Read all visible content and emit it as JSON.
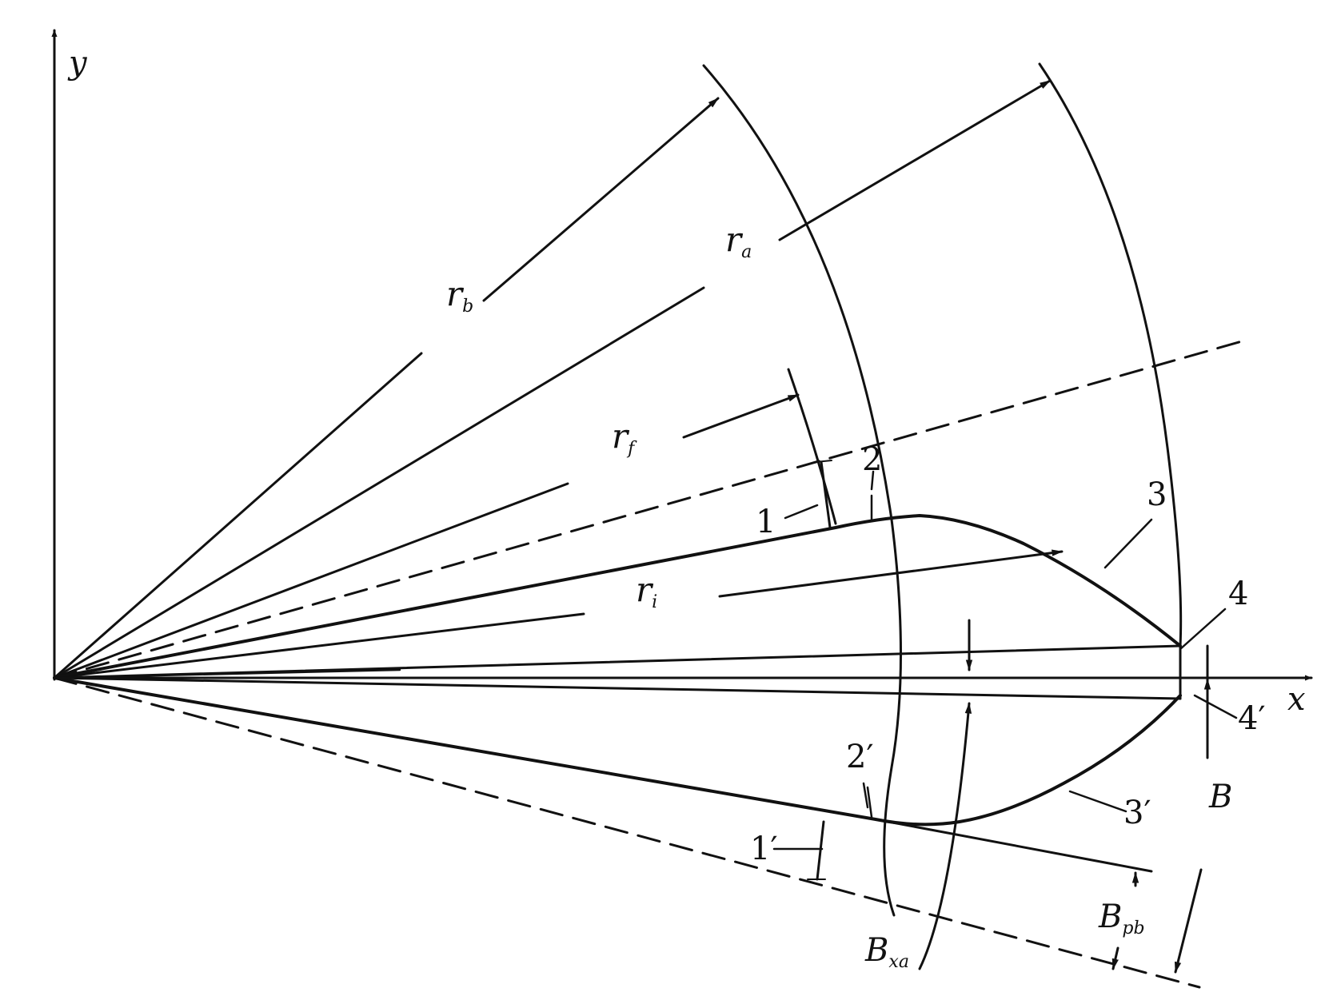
{
  "axes": {
    "x_label": "x",
    "y_label": "y"
  },
  "radius_labels": {
    "rb": {
      "main": "r",
      "sub": "b"
    },
    "ra": {
      "main": "r",
      "sub": "a"
    },
    "rf": {
      "main": "r",
      "sub": "f"
    },
    "ri": {
      "main": "r",
      "sub": "i"
    }
  },
  "width_labels": {
    "B": "B",
    "B_xa": {
      "main": "B",
      "sub": "xa"
    },
    "B_pb": {
      "main": "B",
      "sub": "pb"
    }
  },
  "profile_labels": [
    "1",
    "2",
    "3",
    "4",
    "1′",
    "2′",
    "3′",
    "4′"
  ],
  "colors": {
    "ink": "#111111",
    "paper": "#ffffff"
  }
}
